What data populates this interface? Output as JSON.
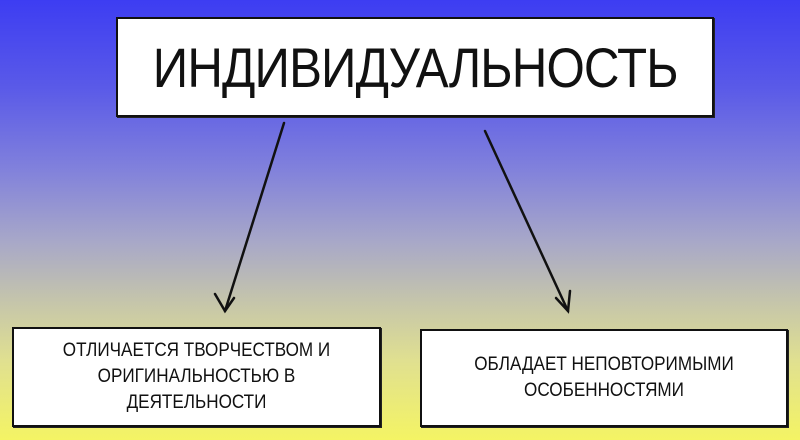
{
  "title": "ИНДИВИДУАЛЬНОСТЬ",
  "children": [
    {
      "text": "ОТЛИЧАЕТСЯ ТВОРЧЕСТВОМ И ОРИГИНАЛЬНОСТЬЮ В ДЕЯТЕЛЬНОСТИ"
    },
    {
      "text": "ОБЛАДАЕТ НЕПОВТОРИМЫМИ ОСОБЕННОСТЯМИ"
    }
  ]
}
